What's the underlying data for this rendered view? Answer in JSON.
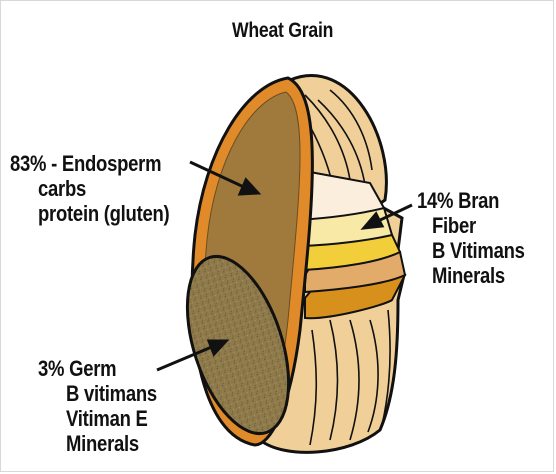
{
  "diagram": {
    "title": "Wheat Grain",
    "parts": [
      {
        "name": "endosperm",
        "lines": [
          "83% - Endosperm",
          "carbs",
          "protein (gluten)"
        ]
      },
      {
        "name": "bran",
        "lines": [
          "14% Bran",
          "Fiber",
          "B Vitimans",
          "Minerals"
        ]
      },
      {
        "name": "germ",
        "lines": [
          "3% Germ",
          "B vitimans",
          "Vitiman E",
          "Minerals"
        ]
      }
    ]
  },
  "colors": {
    "endosperm": "#a07a3c",
    "husk": "#f0d098",
    "rim": "#e08a2a",
    "germ": "#8e7a4a",
    "bran_layer_1": "#fbeedd",
    "bran_layer_2": "#f8e9a6",
    "bran_layer_3": "#f2cf3a",
    "bran_layer_4": "#e2ab6a",
    "bran_layer_5": "#d8901c",
    "outline": "#111111"
  }
}
